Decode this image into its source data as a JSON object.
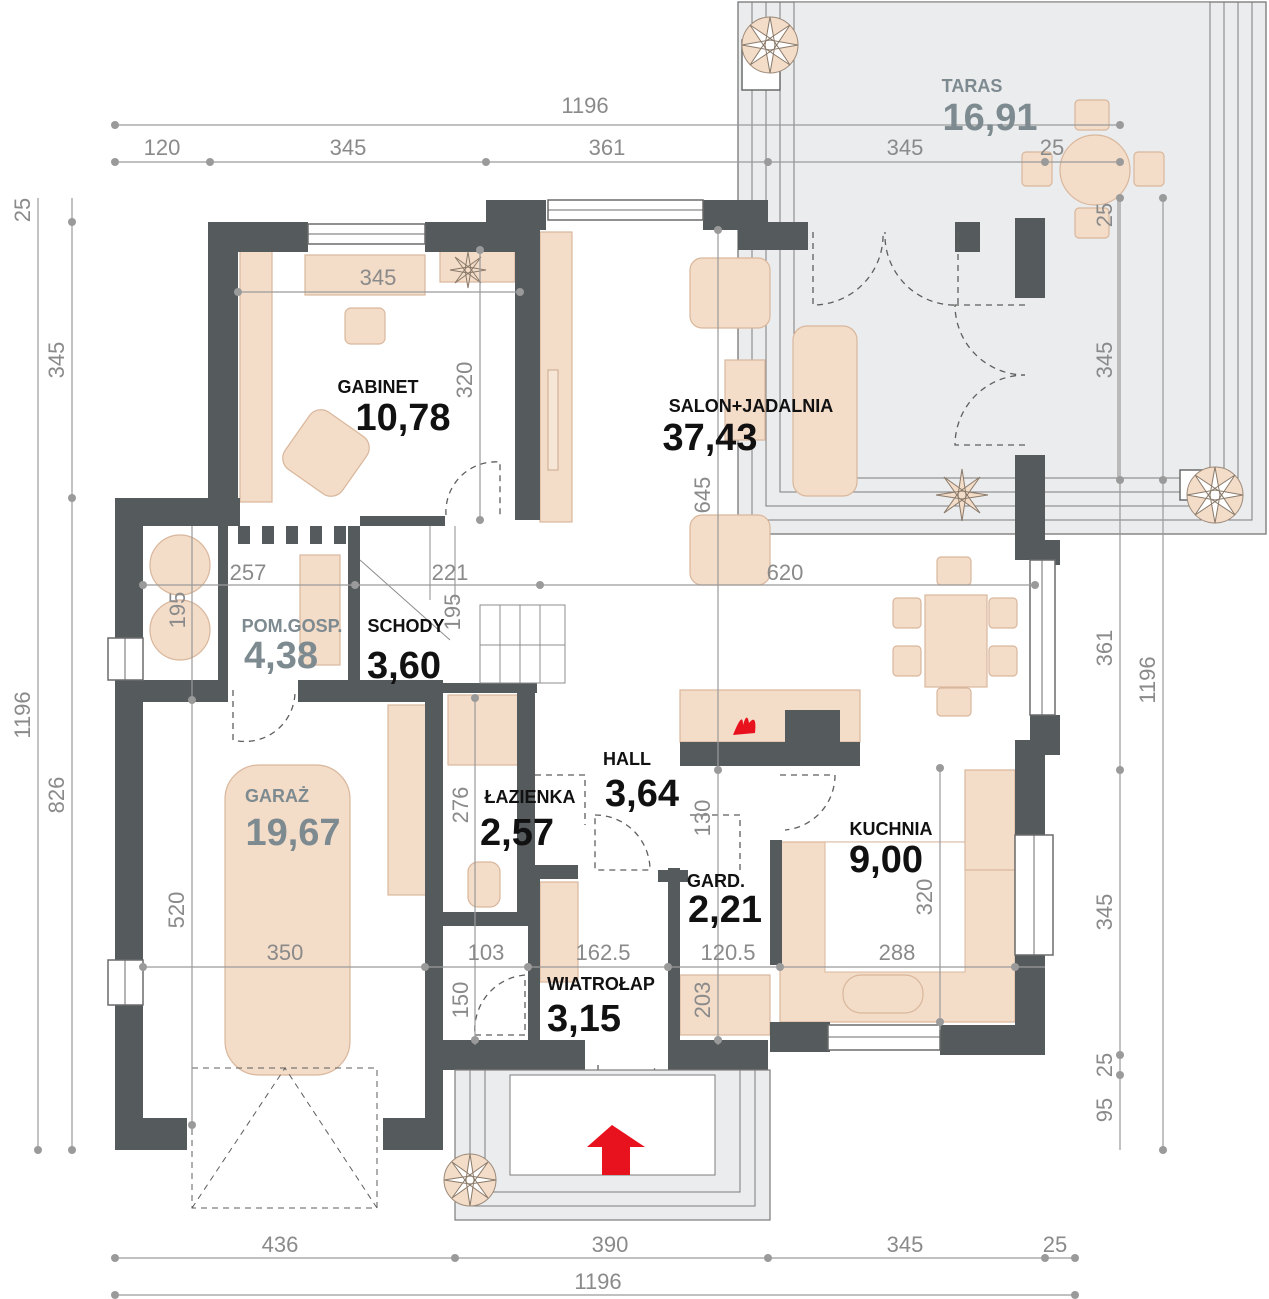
{
  "rooms": {
    "taras": {
      "name": "TARAS",
      "area": "16,91"
    },
    "gabinet": {
      "name": "GABINET",
      "area": "10,78"
    },
    "salon": {
      "name": "SALON+JADALNIA",
      "area": "37,43"
    },
    "pomgosp": {
      "name": "POM.GOSP.",
      "area": "4,38"
    },
    "schody": {
      "name": "SCHODY",
      "area": "3,60"
    },
    "garaz": {
      "name": "GARAŻ",
      "area": "19,67"
    },
    "lazienka": {
      "name": "ŁAZIENKA",
      "area": "2,57"
    },
    "hall": {
      "name": "HALL",
      "area": "3,64"
    },
    "kuchnia": {
      "name": "KUCHNIA",
      "area": "9,00"
    },
    "gard": {
      "name": "GARD.",
      "area": "2,21"
    },
    "wiatrolap": {
      "name": "WIATROŁAP",
      "area": "3,15"
    }
  },
  "dims": {
    "top_total": "1196",
    "top_a": "120",
    "top_b": "345",
    "top_c": "361",
    "top_d": "345",
    "top_e": "25",
    "bottom_total": "1196",
    "bottom_a": "436",
    "bottom_b": "390",
    "bottom_c": "345",
    "bottom_d": "25",
    "left_total": "1196",
    "left_a": "25",
    "left_b": "345",
    "left_c": "826",
    "right_total": "1196",
    "right_a": "25",
    "right_b": "345",
    "right_c": "361",
    "right_d": "345",
    "right_e": "25",
    "right_f": "95",
    "gab_w": "345",
    "gab_h": "320",
    "salon_w": "620",
    "salon_h": "645",
    "pom_w": "257",
    "pom_h": "195",
    "schody_w": "221",
    "schody_h": "195",
    "laz_h": "276",
    "hall_h": "130",
    "kuch_h": "320",
    "garaz_w": "350",
    "garaz_h": "520",
    "wiat_a": "103",
    "wiat_b": "162.5",
    "wiat_c": "120.5",
    "kuch_w": "288",
    "wiat_h1": "150",
    "wiat_h2": "203",
    "taras_a": "25",
    "taras_b": "25"
  },
  "colors": {
    "wall": "#555a5c",
    "furniture": "#f3dcc8",
    "entry_arrow": "#e8121e",
    "terrace": "#ebeced"
  },
  "icons": [
    "plant-icon",
    "fireplace-icon",
    "entry-arrow-icon",
    "car-icon"
  ]
}
